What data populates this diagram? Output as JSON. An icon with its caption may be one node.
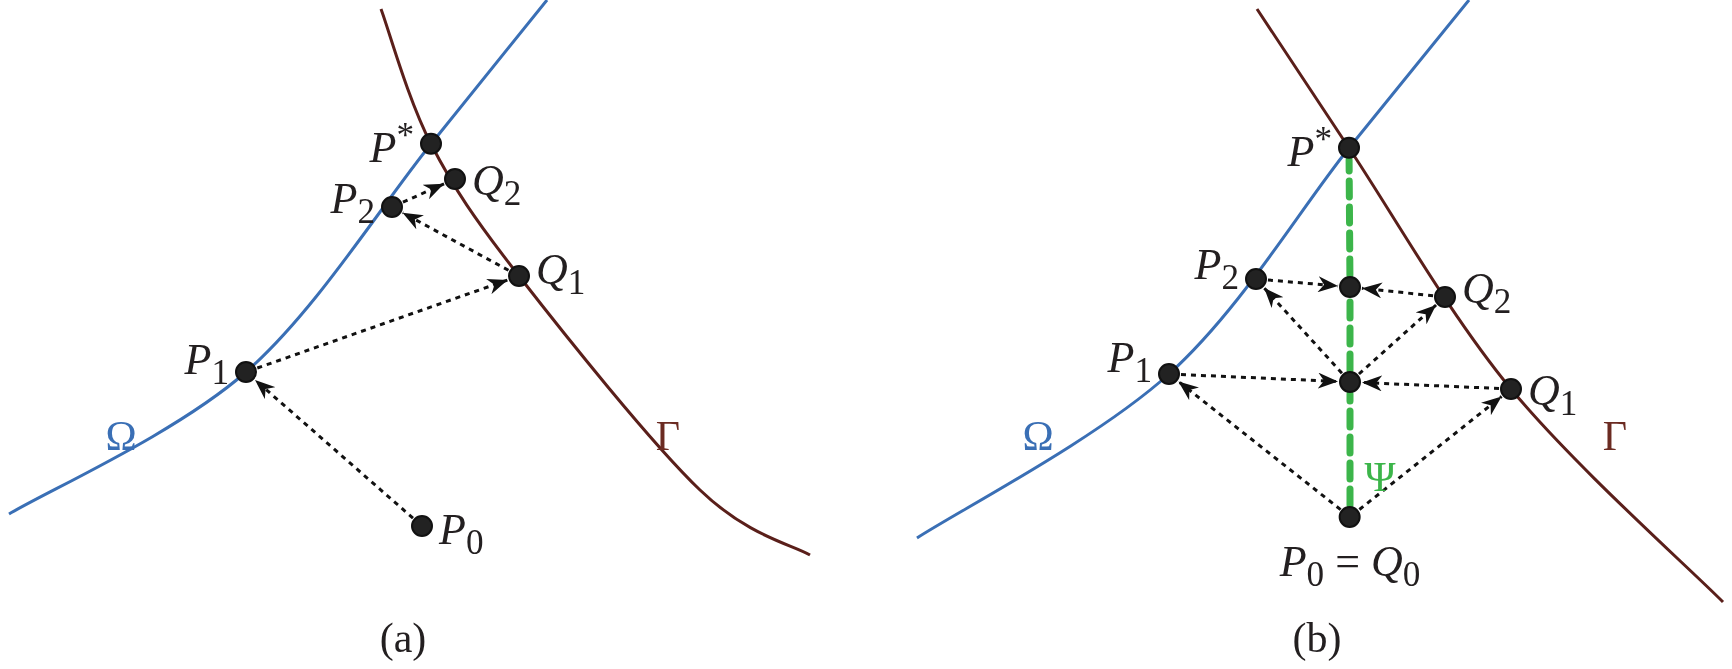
{
  "diagram": {
    "nodes": [
      {
        "text": [],
        "shape": "circle",
        "beside": [
          "*P*$^{*}$"
        ]
      },
      {
        "text": [],
        "shape": "circle",
        "beside": [
          "*Q*$_{2}$"
        ]
      },
      {
        "text": [],
        "shape": "circle",
        "beside": [
          "*P*$_{2}$"
        ]
      },
      {
        "text": [],
        "shape": "circle",
        "beside": [
          "*Q*$_{1}$"
        ]
      },
      {
        "text": [],
        "shape": "circle",
        "beside": [
          "*P*$_{1}$"
        ]
      },
      {
        "text": [],
        "shape": "circle",
        "beside": [
          "*P*$_{0}$"
        ]
      },
      {
        "text": [],
        "shape": "circle",
        "beside": [
          "*P*$^{*}$"
        ]
      },
      {
        "text": [],
        "shape": "circle",
        "beside": [
          "*P*$_{2}$"
        ]
      },
      {
        "text": [],
        "shape": "circle"
      },
      {
        "text": [],
        "shape": "circle",
        "beside": [
          "*Q*$_{2}$"
        ]
      },
      {
        "text": [],
        "shape": "circle",
        "beside": [
          "*P*$_{1}$"
        ]
      },
      {
        "text": [],
        "shape": "circle"
      },
      {
        "text": [],
        "shape": "circle",
        "beside": [
          "*Q*$_{1}$"
        ]
      },
      {
        "text": [],
        "shape": "circle",
        "beside": [
          "*P*$_{0}$ = *Q*$_{0}$"
        ]
      }
    ],
    "edges": [
      {
        "from": 5,
        "to": 4,
        "arrow": "to",
        "style": "dashed"
      },
      {
        "from": 4,
        "to": 3,
        "arrow": "to",
        "style": "dashed"
      },
      {
        "from": 3,
        "to": 2,
        "arrow": "to",
        "style": "dashed"
      },
      {
        "from": 2,
        "to": 1,
        "arrow": "to",
        "style": "dashed"
      },
      {
        "from": 13,
        "to": 10,
        "arrow": "to",
        "style": "dashed"
      },
      {
        "from": 13,
        "to": 12,
        "arrow": "to",
        "style": "dashed"
      },
      {
        "from": 10,
        "to": 11,
        "arrow": "to",
        "style": "dashed"
      },
      {
        "from": 12,
        "to": 11,
        "arrow": "to",
        "style": "dashed"
      },
      {
        "from": 11,
        "to": 7,
        "arrow": "to",
        "style": "dashed"
      },
      {
        "from": 11,
        "to": 9,
        "arrow": "to",
        "style": "dashed"
      },
      {
        "from": 7,
        "to": 8,
        "arrow": "to",
        "style": "dashed"
      },
      {
        "from": 9,
        "to": 8,
        "arrow": "to",
        "style": "dashed"
      },
      {
        "from": 13,
        "to": 11,
        "arrow": "none",
        "style": "dashed",
        "color": "#3cb54a"
      },
      {
        "from": 11,
        "to": 8,
        "arrow": "none",
        "style": "dashed",
        "color": "#3cb54a"
      },
      {
        "from": 8,
        "to": 6,
        "arrow": "none",
        "style": "dashed",
        "color": "#3cb54a"
      }
    ],
    "labels": [
      "Ω",
      "Γ",
      "(a)",
      "Ω",
      "Ψ",
      "Γ",
      "(b)"
    ]
  }
}
